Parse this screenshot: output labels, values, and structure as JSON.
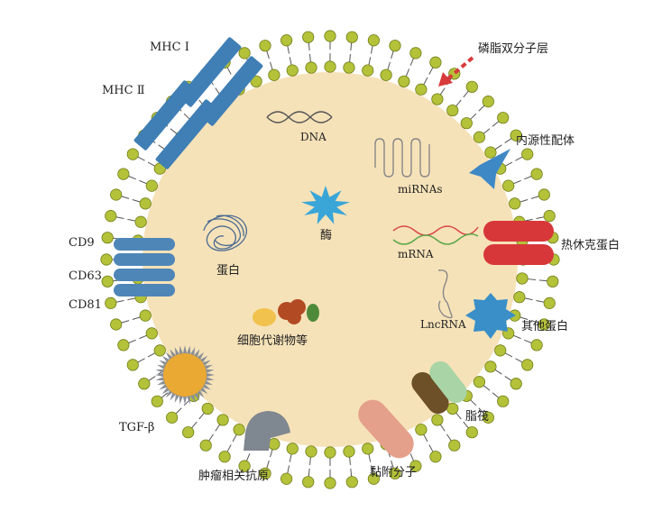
{
  "labels": {
    "phospholipid_bilayer": "磷脂双分子层",
    "mhc1": "MHC Ⅰ",
    "mhc2": "MHC Ⅱ",
    "endogenous_ligand": "内源性配体",
    "dna": "DNA",
    "mirnas": "miRNAs",
    "heat_shock_protein": "热休克蛋白",
    "enzyme": "酶",
    "mrna": "mRNA",
    "protein": "蛋白",
    "cd9": "CD9",
    "cd63": "CD63",
    "cd81": "CD81",
    "lncrna": "LncRNA",
    "other_proteins": "其他蛋白",
    "metabolites": "细胞代谢物等",
    "lipid_raft": "脂筏",
    "tgf_beta": "TGF-β",
    "adhesion_molecule": "黏附分子",
    "tumor_antigen": "肿瘤相关抗原"
  },
  "colors": {
    "lumen": "#f6e2b8",
    "lipid_head": "#b4c23a",
    "lipid_head_stroke": "#6f7c14",
    "tetraspanin": "#4f86b8",
    "mhc": "#3f7fb5",
    "heat_shock": "#d8373a",
    "ligand": "#3f88c6",
    "enzyme": "#3aa6d8",
    "other_protein": "#3a8fc8",
    "tgf": "#eaa933",
    "antigen": "#7f8790",
    "adhesion": "#e4a08a",
    "raft_a": "#6d5028",
    "raft_b": "#8a9a3a",
    "raft_c": "#a8d4a6",
    "arrow": "#d83a3a",
    "dna": "#555555",
    "mirna": "#888888",
    "mrna_red": "#d84a4a",
    "mrna_green": "#5aa84a",
    "protein_coil": "#4a6a92",
    "metab_a": "#f2c24e",
    "metab_b": "#b24a23",
    "metab_c": "#4e8a3a"
  }
}
